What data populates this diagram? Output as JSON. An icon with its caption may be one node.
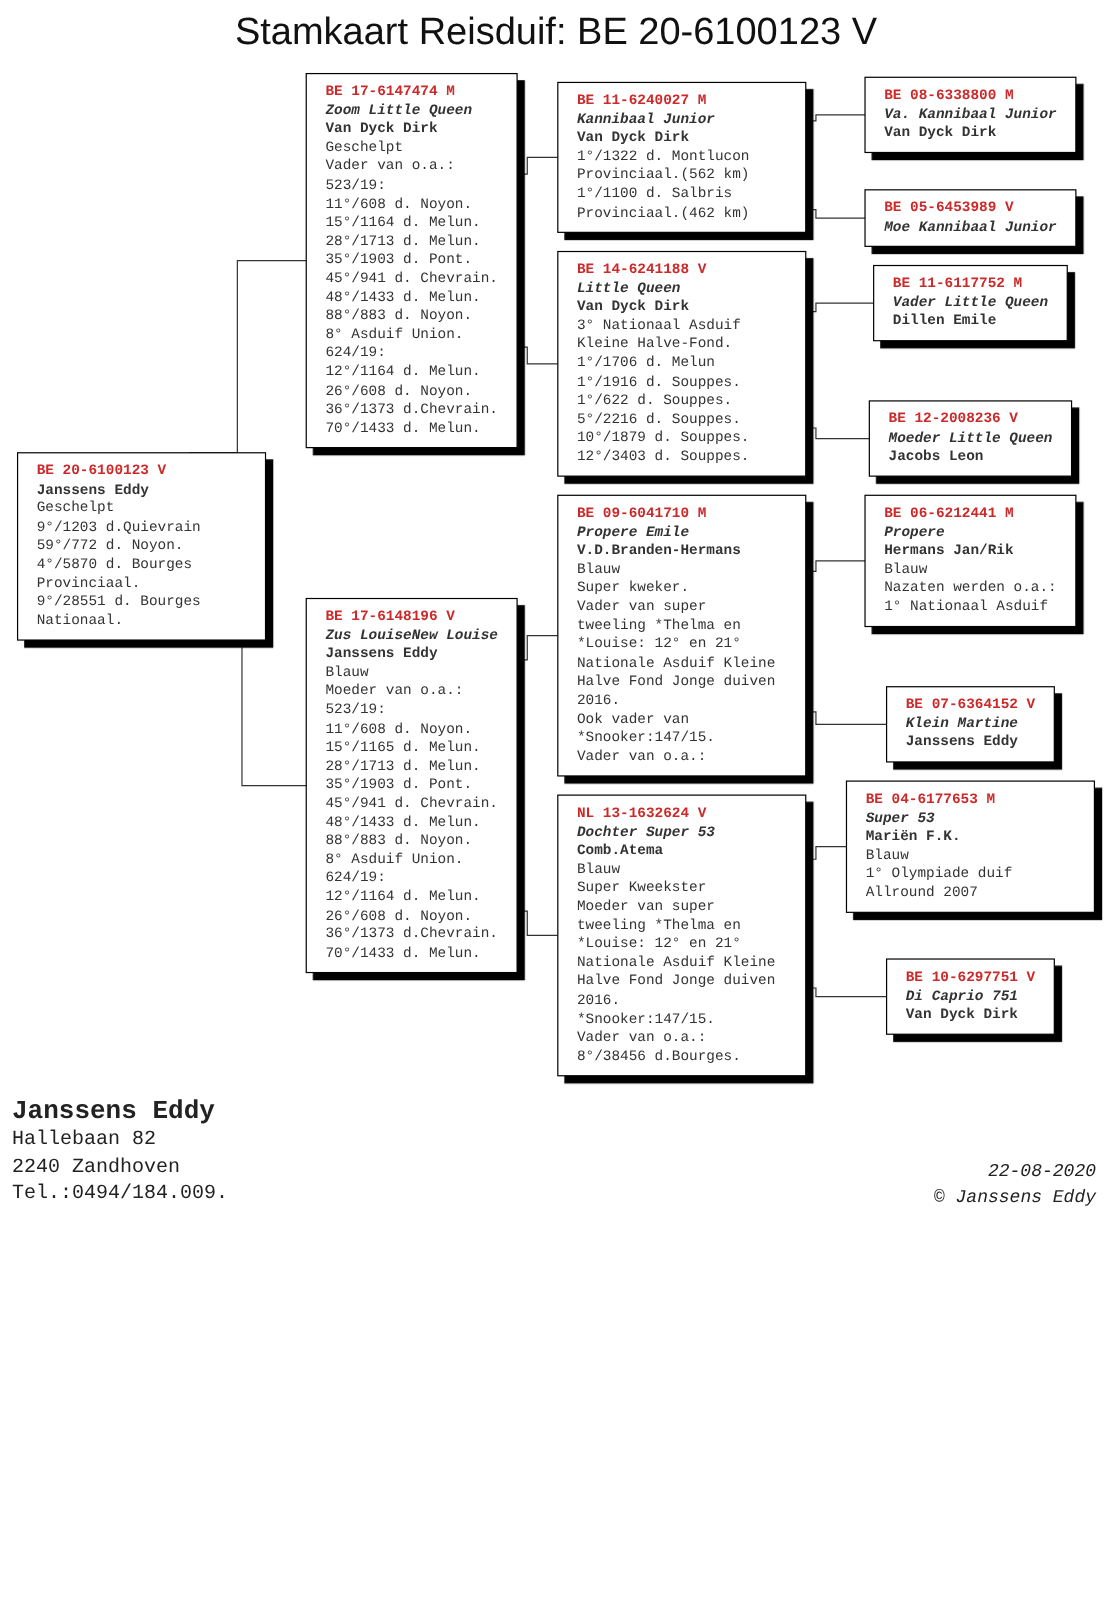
{
  "diagram": {
    "title": "Stamkaart Reisduif: BE 20-6100123 V",
    "nodes": [
      {
        "text": [
          "BE 20-6100123 V",
          "Janssens Eddy",
          "Geschelpt",
          "9°/1203 d.Quievrain",
          "59°/772 d. Noyon.",
          "4°/5870 d. Bourges Provinciaal.",
          "9°/28551 d. Bourges Nationaal."
        ]
      },
      {
        "text": [
          "BE 17-6147474 M",
          "Zoom Little Queen",
          "Van Dyck Dirk",
          "Geschelpt",
          "Vader van o.a.:",
          "523/19:",
          "11°/608 d. Noyon.",
          "15°/1164 d. Melun.",
          "28°/1713 d. Melun.",
          "35°/1903 d. Pont.",
          "45°/941 d. Chevrain.",
          "48°/1433 d. Melun.",
          "88°/883 d. Noyon.",
          "8° Asduif Union.",
          "624/19:",
          "12°/1164 d. Melun.",
          "26°/608 d. Noyon.",
          "36°/1373 d.Chevrain.",
          "70°/1433 d. Melun."
        ]
      },
      {
        "text": [
          "BE 17-6148196 V",
          "Zus LouiseNew Louise",
          "Janssens Eddy",
          "Blauw",
          "Moeder van o.a.:",
          "523/19:",
          "11°/608 d. Noyon.",
          "15°/1165 d. Melun.",
          "28°/1713 d. Melun.",
          "35°/1903 d. Pont.",
          "45°/941 d. Chevrain.",
          "48°/1433 d. Melun.",
          "88°/883 d. Noyon.",
          "8° Asduif Union.",
          "624/19:",
          "12°/1164 d. Melun.",
          "26°/608 d. Noyon.",
          "36°/1373 d.Chevrain.",
          "70°/1433 d. Melun."
        ]
      },
      {
        "text": [
          "BE 11-6240027 M",
          "Kannibaal Junior",
          "Van Dyck Dirk",
          "1°/1322 d. Montlucon Provinciaal.(562 km)",
          "1°/1100 d. Salbris Provinciaal.(462 km)"
        ]
      },
      {
        "text": [
          "BE 14-6241188 V",
          "Little Queen",
          "Van Dyck Dirk",
          "3° Nationaal Asduif Kleine Halve-Fond.",
          "1°/1706 d. Melun",
          "1°/1916 d. Souppes.",
          "1°/622 d. Souppes.",
          "5°/2216 d. Souppes.",
          "10°/1879 d. Souppes.",
          "12°/3403 d. Souppes."
        ]
      },
      {
        "text": [
          "BE 09-6041710 M",
          "Propere Emile",
          "V.D.Branden-Hermans",
          "Blauw",
          "Super kweker.",
          "Vader van super tweeling *Thelma en *Louise: 12° en 21° Nationale Asduif Kleine Halve Fond Jonge duiven 2016.",
          "Ook vader van *Snooker:147/15.",
          "Vader van o.a.:"
        ]
      },
      {
        "text": [
          "NL 13-1632624 V",
          "Dochter Super 53",
          "Comb.Atema",
          "Blauw",
          "Super Kweekster",
          "Moeder van super tweeling *Thelma en *Louise: 12° en 21° Nationale Asduif Kleine Halve Fond Jonge duiven 2016.",
          "*Snooker:147/15.",
          "Vader van o.a.:",
          "8°/38456 d.Bourges."
        ]
      },
      {
        "text": [
          "BE 08-6338800 M",
          "Va. Kannibaal Junior",
          "Van Dyck Dirk"
        ]
      },
      {
        "text": [
          "BE 05-6453989 V",
          "Moe Kannibaal Junior"
        ]
      },
      {
        "text": [
          "BE 11-6117752 M",
          "Vader Little Queen",
          "Dillen Emile"
        ]
      },
      {
        "text": [
          "BE 12-2008236 V",
          "Moeder Little Queen",
          "Jacobs Leon"
        ]
      },
      {
        "text": [
          "BE 06-6212441 M",
          "Propere",
          "Hermans Jan/Rik",
          "Blauw",
          "Nazaten werden o.a.:",
          "1° Nationaal Asduif"
        ]
      },
      {
        "text": [
          "BE 07-6364152 V",
          "Klein Martine",
          "Janssens Eddy"
        ]
      },
      {
        "text": [
          "BE 04-6177653 M",
          "Super 53",
          "Mariën F.K.",
          "Blauw",
          "1° Olympiade duif Allround 2007"
        ]
      },
      {
        "text": [
          "BE 10-6297751 V",
          "Di Caprio 751",
          "Van Dyck Dirk"
        ]
      }
    ],
    "edges": [
      {
        "from": 0,
        "to": 1,
        "arrow": "none"
      },
      {
        "from": 0,
        "to": 2,
        "arrow": "none"
      },
      {
        "from": 1,
        "to": 3,
        "arrow": "none"
      },
      {
        "from": 1,
        "to": 4,
        "arrow": "none"
      },
      {
        "from": 2,
        "to": 5,
        "arrow": "none"
      },
      {
        "from": 2,
        "to": 6,
        "arrow": "none"
      },
      {
        "from": 3,
        "to": 7,
        "arrow": "none"
      },
      {
        "from": 3,
        "to": 8,
        "arrow": "none"
      },
      {
        "from": 4,
        "to": 9,
        "arrow": "none"
      },
      {
        "from": 4,
        "to": 10,
        "arrow": "none"
      },
      {
        "from": 5,
        "to": 11,
        "arrow": "none"
      },
      {
        "from": 5,
        "to": 12,
        "arrow": "none"
      },
      {
        "from": 6,
        "to": 13,
        "arrow": "none"
      },
      {
        "from": 6,
        "to": 14,
        "arrow": "none"
      }
    ],
    "labels": [
      "Janssens Eddy",
      "Hallebaan 82",
      "2240 Zandhoven",
      "Tel.:0494/184.009.",
      "22-08-2020",
      "© Janssens Eddy"
    ]
  }
}
